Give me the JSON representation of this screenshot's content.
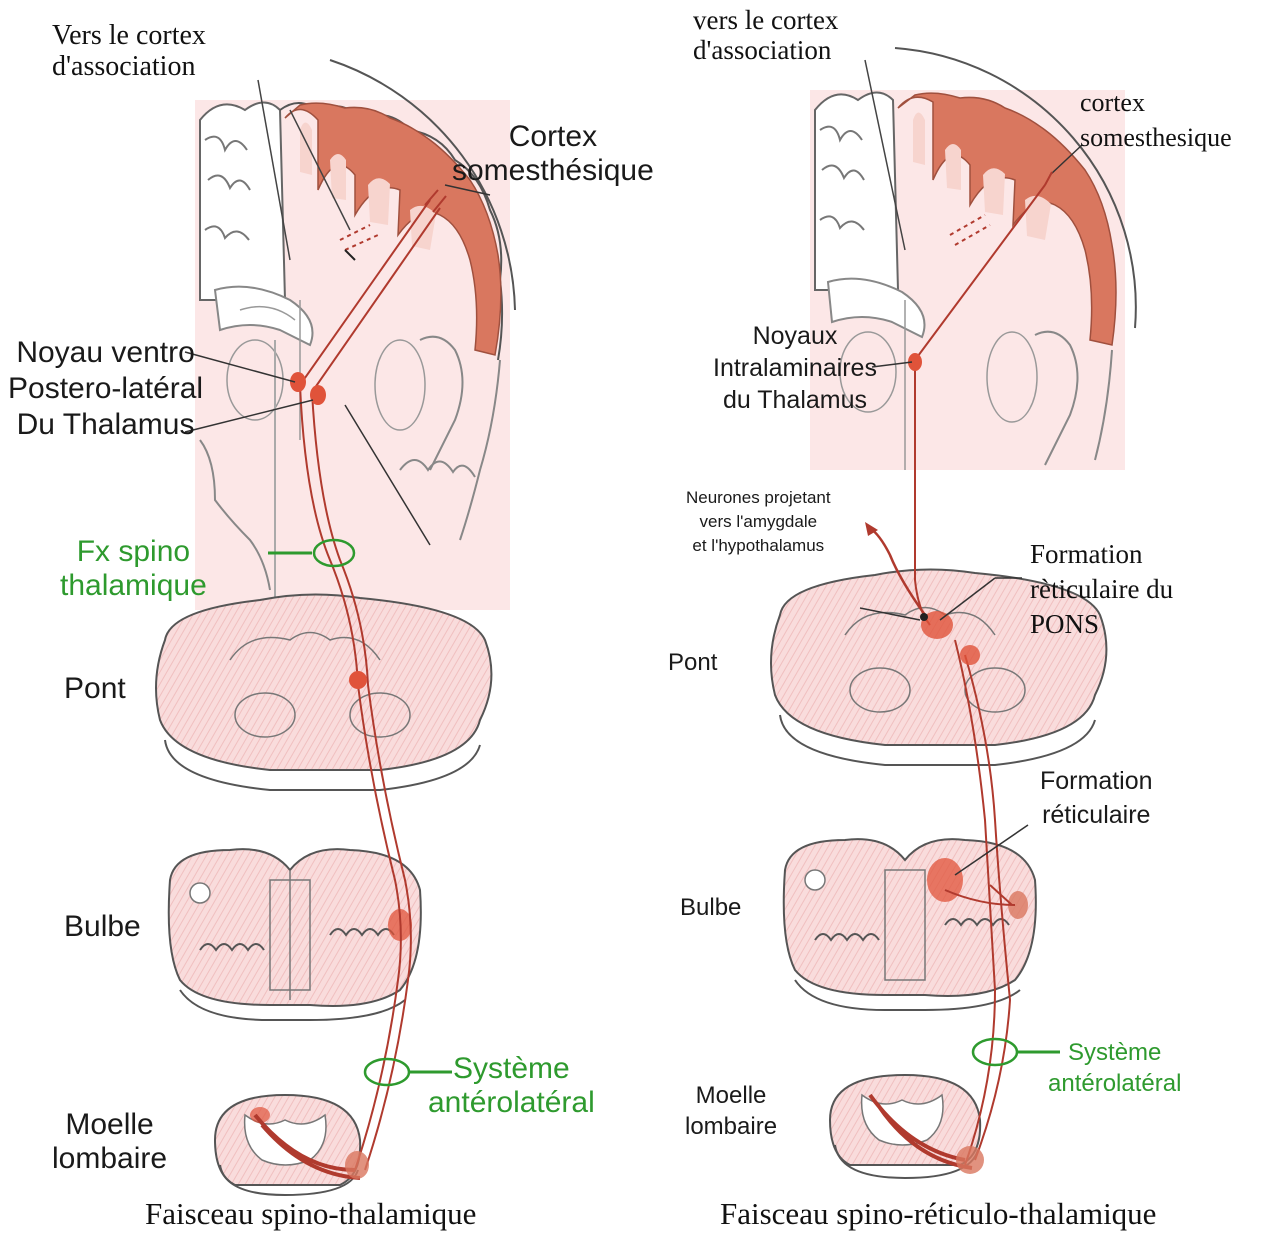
{
  "left": {
    "association": [
      "Vers le cortex",
      "d'association"
    ],
    "cortex": [
      "Cortex",
      "somesthésique"
    ],
    "nucleus": [
      "Noyau ventro",
      "Postero-latéral",
      "Du Thalamus"
    ],
    "tract": [
      "Fx spino",
      "thalamique"
    ],
    "pont": "Pont",
    "bulbe": "Bulbe",
    "system": [
      "Système",
      "antérolatéral"
    ],
    "moelle": [
      "Moelle",
      "lombaire"
    ],
    "caption": "Faisceau spino-thalamique"
  },
  "right": {
    "association": [
      "vers le cortex",
      "d'association"
    ],
    "cortex": [
      "cortex",
      "somesthesique"
    ],
    "nucleus": [
      "Noyaux",
      "Intralaminaires",
      "du Thalamus"
    ],
    "neurons": [
      "Neurones projetant",
      "vers l'amygdale",
      "et l'hypothalamus"
    ],
    "pons_formation": [
      "Formation",
      "rèticulaire du",
      "PONS"
    ],
    "pont": "Pont",
    "formation": [
      "Formation",
      "réticulaire"
    ],
    "bulbe": "Bulbe",
    "system": [
      "Système",
      "antérolatéral"
    ],
    "moelle": [
      "Moelle",
      "lombaire"
    ],
    "caption": "Faisceau spino-réticulo-thalamique"
  },
  "colors": {
    "tissue": "#f9dcdc",
    "cortex_band": "#d9775f",
    "tract": "#b03a2e",
    "nucleus": "#e0533a",
    "label_green": "#2e9a2e"
  }
}
